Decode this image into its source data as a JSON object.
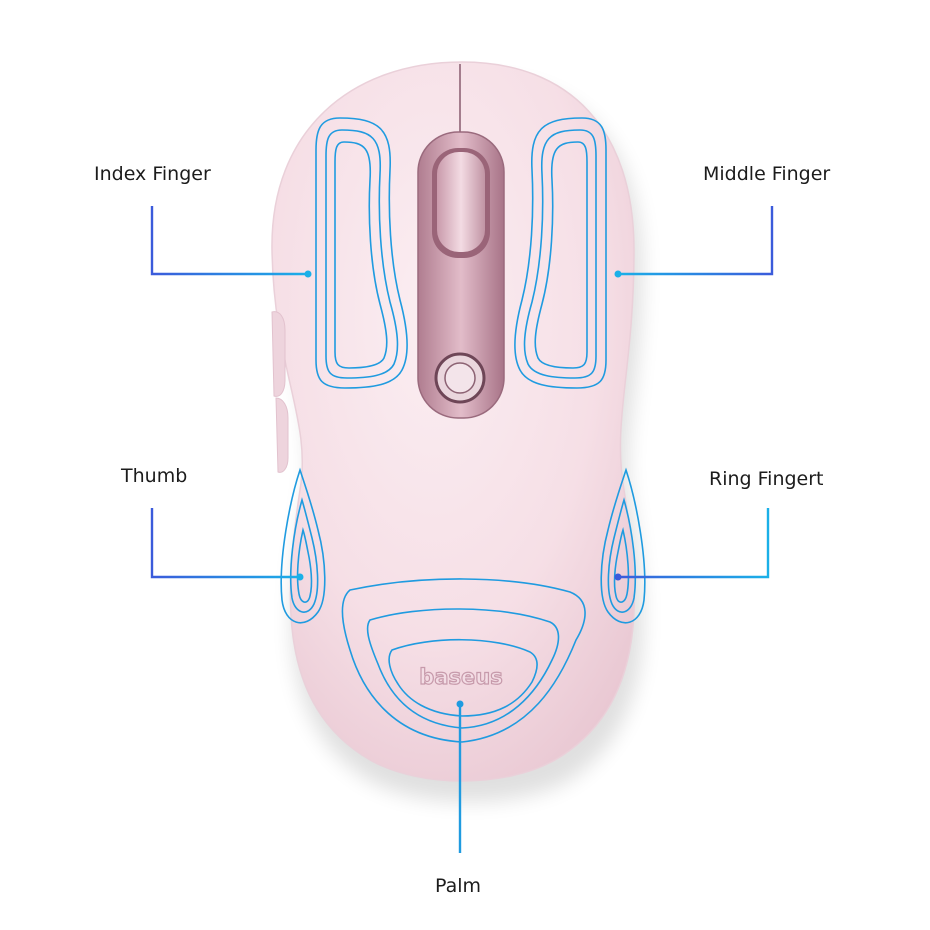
{
  "labels": {
    "index_finger": "Index Finger",
    "middle_finger": "Middle Finger",
    "thumb": "Thumb",
    "ring_finger": "Ring Fingert",
    "palm": "Palm"
  },
  "product": {
    "brand_logo": "baseus",
    "icon": "computer-mouse-icon"
  },
  "colors": {
    "mouse_body": "#f6dfe6",
    "mouse_metal": "#c896a8",
    "contour": "#1f9be0",
    "callout_blue": "#3b5bdb",
    "callout_cyan": "#1ab0e8",
    "label_text": "#1c1c1c"
  }
}
